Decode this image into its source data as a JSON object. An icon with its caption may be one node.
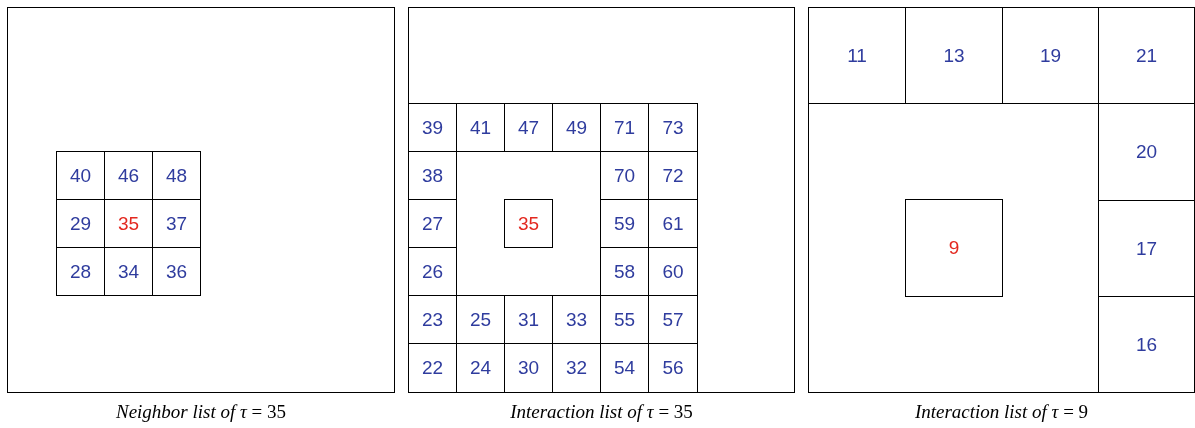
{
  "diagram": {
    "nodes": [
      {
        "text": [],
        "shape": "box"
      },
      {
        "text": [
          "40"
        ],
        "in": 0
      },
      {
        "text": [
          "46"
        ],
        "in": 0
      },
      {
        "text": [
          "48"
        ],
        "in": 0
      },
      {
        "text": [
          "29"
        ],
        "in": 0
      },
      {
        "text": [
          "35"
        ],
        "in": 0
      },
      {
        "text": [
          "37"
        ],
        "in": 0
      },
      {
        "text": [
          "28"
        ],
        "in": 0
      },
      {
        "text": [
          "34"
        ],
        "in": 0
      },
      {
        "text": [
          "36"
        ],
        "in": 0
      },
      {
        "text": [],
        "shape": "box"
      },
      {
        "text": [
          "39"
        ],
        "in": 10
      },
      {
        "text": [
          "41"
        ],
        "in": 10
      },
      {
        "text": [
          "47"
        ],
        "in": 10
      },
      {
        "text": [
          "49"
        ],
        "in": 10
      },
      {
        "text": [
          "71"
        ],
        "in": 10
      },
      {
        "text": [
          "73"
        ],
        "in": 10
      },
      {
        "text": [
          "38"
        ],
        "in": 10
      },
      {
        "text": [
          "70"
        ],
        "in": 10
      },
      {
        "text": [
          "72"
        ],
        "in": 10
      },
      {
        "text": [
          "27"
        ],
        "in": 10
      },
      {
        "text": [
          "35"
        ],
        "in": 10
      },
      {
        "text": [
          "59"
        ],
        "in": 10
      },
      {
        "text": [
          "61"
        ],
        "in": 10
      },
      {
        "text": [
          "26"
        ],
        "in": 10
      },
      {
        "text": [
          "58"
        ],
        "in": 10
      },
      {
        "text": [
          "60"
        ],
        "in": 10
      },
      {
        "text": [
          "23"
        ],
        "in": 10
      },
      {
        "text": [
          "25"
        ],
        "in": 10
      },
      {
        "text": [
          "31"
        ],
        "in": 10
      },
      {
        "text": [
          "33"
        ],
        "in": 10
      },
      {
        "text": [
          "55"
        ],
        "in": 10
      },
      {
        "text": [
          "57"
        ],
        "in": 10
      },
      {
        "text": [
          "22"
        ],
        "in": 10
      },
      {
        "text": [
          "24"
        ],
        "in": 10
      },
      {
        "text": [
          "30"
        ],
        "in": 10
      },
      {
        "text": [
          "32"
        ],
        "in": 10
      },
      {
        "text": [
          "54"
        ],
        "in": 10
      },
      {
        "text": [
          "56"
        ],
        "in": 10
      },
      {
        "text": [],
        "shape": "box"
      },
      {
        "text": [
          "11"
        ],
        "in": 39
      },
      {
        "text": [
          "13"
        ],
        "in": 39
      },
      {
        "text": [
          "19"
        ],
        "in": 39
      },
      {
        "text": [
          "21"
        ],
        "in": 39
      },
      {
        "text": [
          "20"
        ],
        "in": 39
      },
      {
        "text": [
          "9"
        ],
        "in": 39
      },
      {
        "text": [
          "17"
        ],
        "in": 39
      },
      {
        "text": [
          "16"
        ],
        "in": 39
      }
    ],
    "labels": [
      "*Neighbor list of τ* = 35",
      "*Interaction list of τ* = 35",
      "*Interaction list of τ* = 9"
    ]
  }
}
